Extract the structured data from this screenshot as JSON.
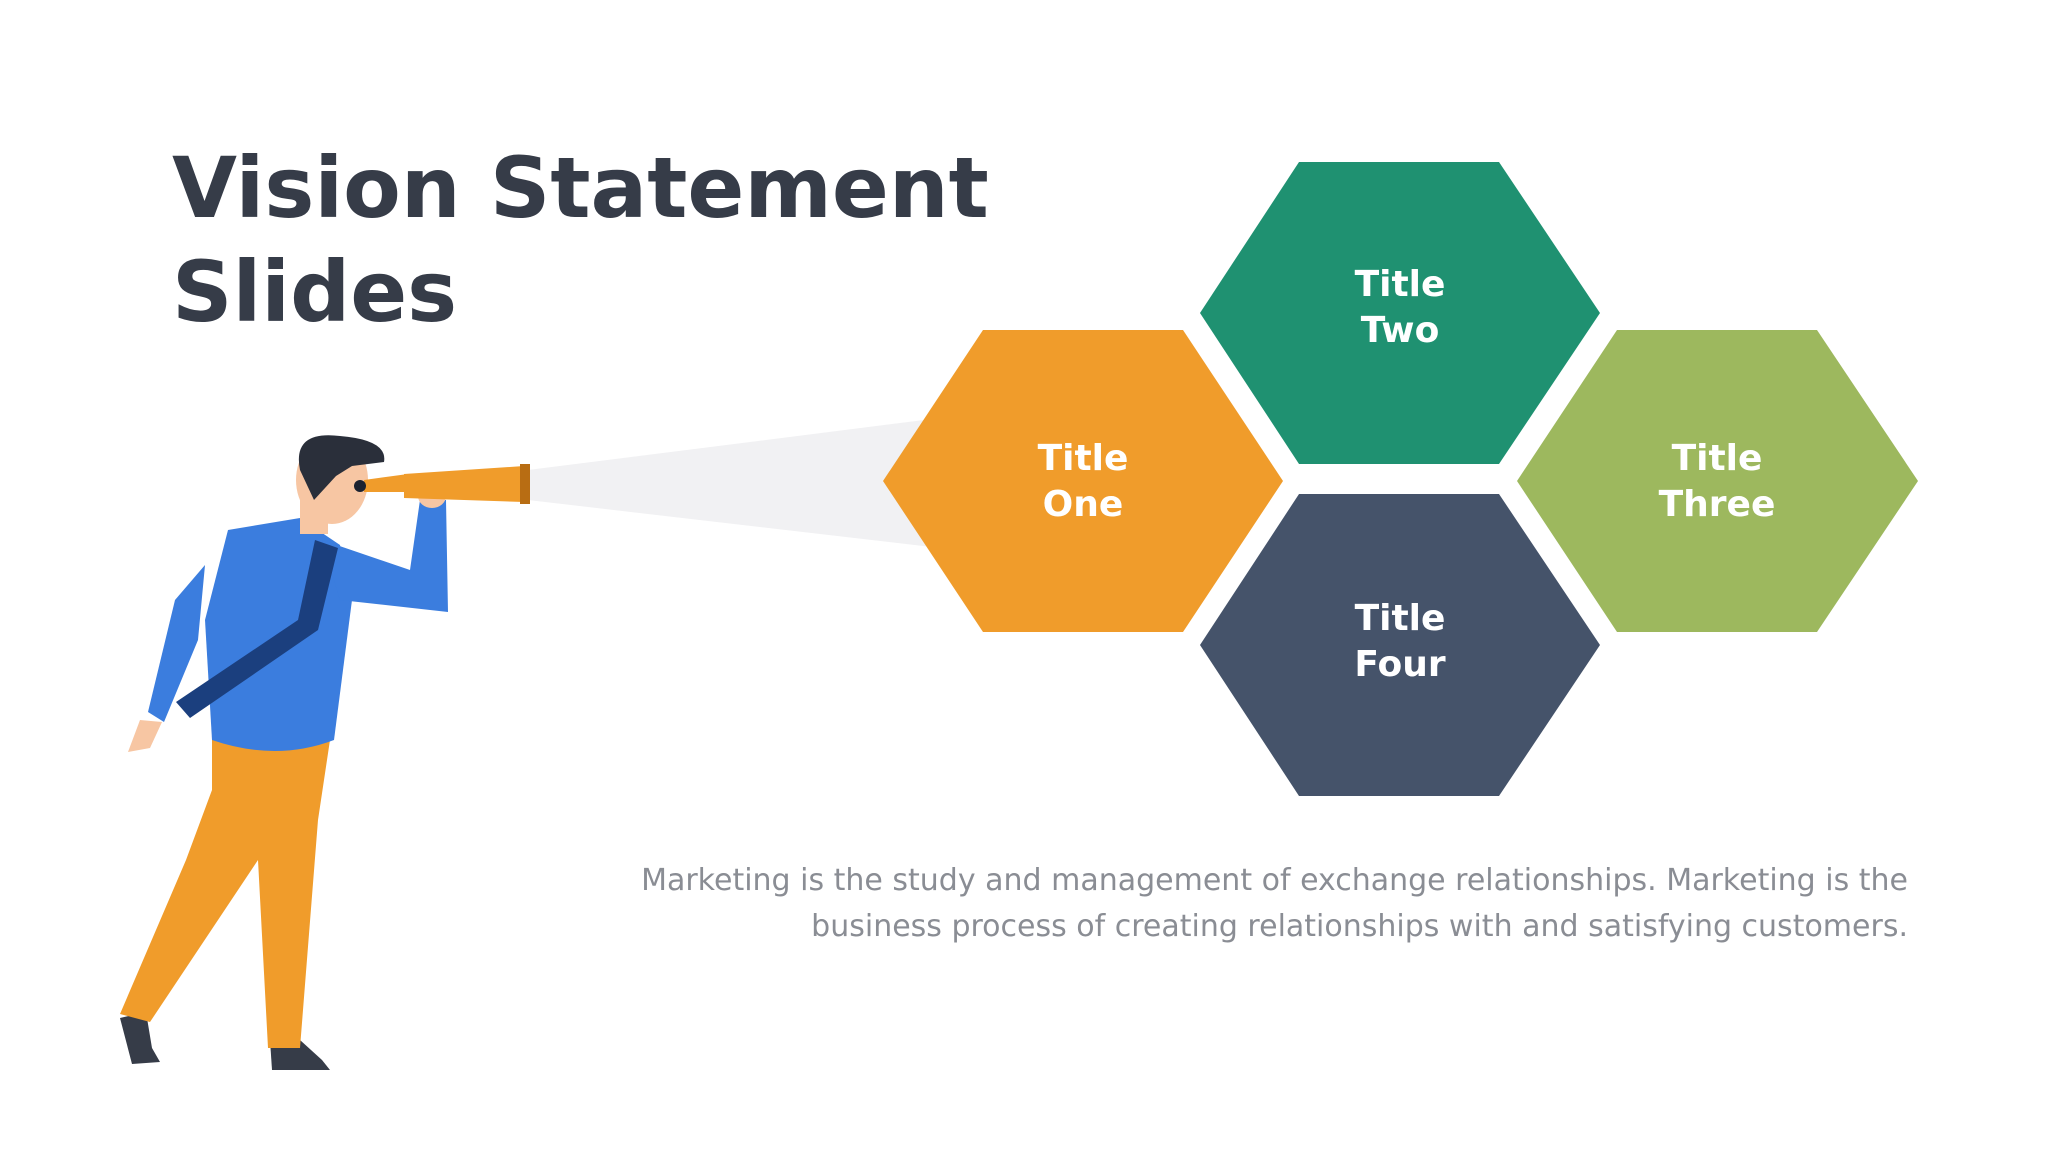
{
  "slide": {
    "title_line1": "Vision Statement",
    "title_line2": "Slides",
    "description": "Marketing is the study and management of exchange relationships. Marketing is the business process of creating relationships with and satisfying customers."
  },
  "hexagons": [
    {
      "line1": "Title",
      "line2": "One",
      "color": "#f09c2b"
    },
    {
      "line1": "Title",
      "line2": "Two",
      "color": "#1f9171"
    },
    {
      "line1": "Title",
      "line2": "Three",
      "color": "#9db85e"
    },
    {
      "line1": "Title",
      "line2": "Four",
      "color": "#45536a"
    }
  ],
  "illustration": {
    "figure": "man-with-telescope",
    "colors": {
      "shirt": "#3b7dde",
      "trousers": "#f09c2b",
      "tie": "#1b3f7e",
      "hair": "#2a2f3a",
      "skin": "#f7c6a3",
      "telescope": "#f09c2b"
    }
  }
}
